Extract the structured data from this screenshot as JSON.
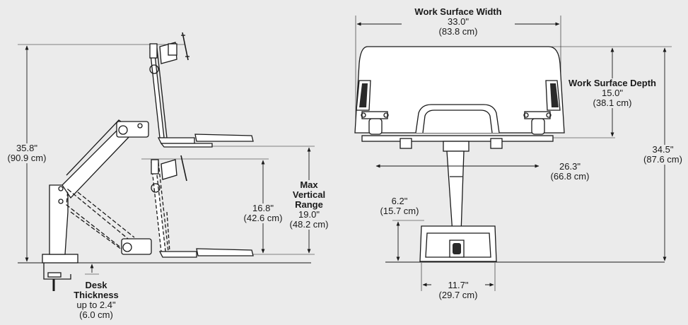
{
  "side_view": {
    "overall_height": {
      "value": "35.8\"",
      "metric": "(90.9 cm)"
    },
    "lift_height": {
      "value": "16.8\"",
      "metric": "(42.6 cm)"
    },
    "max_vertical_range": {
      "title_line1": "Max",
      "title_line2": "Vertical",
      "title_line3": "Range",
      "value": "19.0\"",
      "metric": "(48.2 cm)"
    },
    "desk_thickness": {
      "title_line1": "Desk",
      "title_line2": "Thickness",
      "value": "up to 2.4\"",
      "metric": "(6.0 cm)"
    }
  },
  "front_view": {
    "work_surface_width": {
      "title": "Work Surface Width",
      "value": "33.0\"",
      "metric": "(83.8 cm)"
    },
    "work_surface_depth": {
      "title": "Work Surface Depth",
      "value": "15.0\"",
      "metric": "(38.1 cm)"
    },
    "keyboard_tray_width": {
      "value": "26.3\"",
      "metric": "(66.8 cm)"
    },
    "total_height": {
      "value": "34.5\"",
      "metric": "(87.6 cm)"
    },
    "base_height": {
      "value": "6.2\"",
      "metric": "(15.7 cm)"
    },
    "base_width": {
      "value": "11.7\"",
      "metric": "(29.7 cm)"
    }
  },
  "colors": {
    "line": "#1a1a1a",
    "background": "#ebebeb",
    "fill": "#ffffff"
  }
}
